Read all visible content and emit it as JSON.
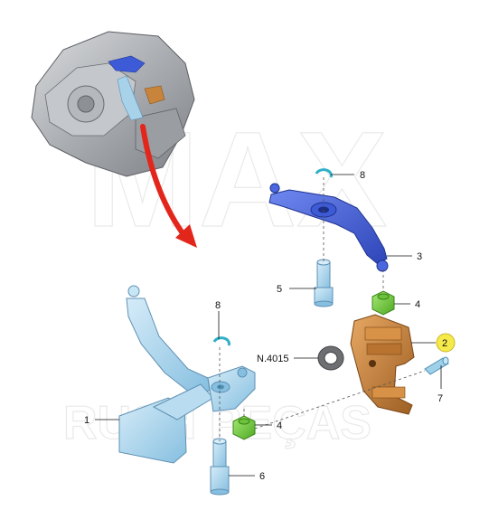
{
  "watermark": {
    "top": "MAX",
    "bottom": "RUSH PEÇAS"
  },
  "colors": {
    "gearbox": "#a9acb0",
    "upper_lever": "#3d5bd6",
    "lower_lever": "#a8d2ea",
    "bracket": "#c8843a",
    "bushing": "#7fd14b",
    "pin": "#b8d9ee",
    "arrow": "#e3261c",
    "callout_highlight": "#f6e94a"
  },
  "callouts": [
    {
      "id": "c1",
      "label": "1",
      "highlighted": false
    },
    {
      "id": "c2",
      "label": "2",
      "highlighted": true
    },
    {
      "id": "c3",
      "label": "3",
      "highlighted": false
    },
    {
      "id": "c4a",
      "label": "4",
      "highlighted": false
    },
    {
      "id": "c4b",
      "label": "4",
      "highlighted": false
    },
    {
      "id": "c5",
      "label": "5",
      "highlighted": false
    },
    {
      "id": "c6",
      "label": "6",
      "highlighted": false
    },
    {
      "id": "c7",
      "label": "7",
      "highlighted": false
    },
    {
      "id": "c8a",
      "label": "8",
      "highlighted": false
    },
    {
      "id": "c8b",
      "label": "8",
      "highlighted": false
    },
    {
      "id": "cN",
      "label": "N.4015",
      "highlighted": false
    }
  ]
}
